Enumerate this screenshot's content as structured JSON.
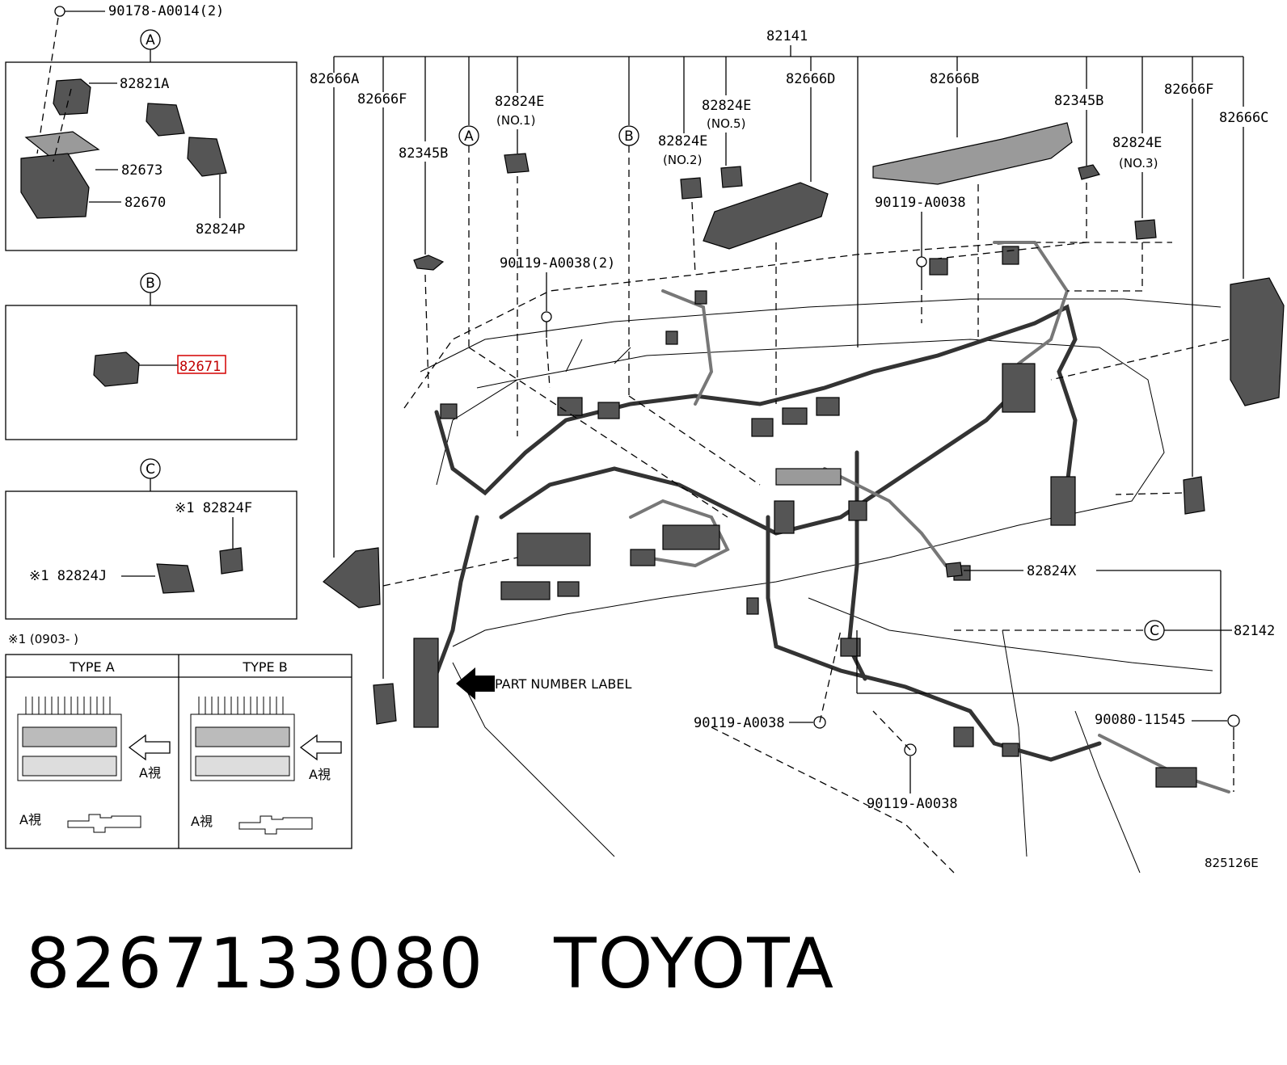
{
  "caption": {
    "part_number": "8267133080",
    "brand": "TOYOTA"
  },
  "diagram": {
    "sheet_code": "825126E",
    "part_number_label": "PART NUMBER LABEL",
    "inset_a": {
      "circle": "A",
      "screw": "90178-A0014(2)",
      "parts": [
        "82821A",
        "82673",
        "82670",
        "82824P"
      ]
    },
    "inset_b": {
      "circle": "B",
      "part": "82671"
    },
    "inset_c": {
      "circle": "C",
      "part_f": "※1 82824F",
      "part_j": "※1 82824J"
    },
    "footnote": "※1 (0903-      )",
    "type_table": {
      "type_a": "TYPE A",
      "type_b": "TYPE B",
      "view": "A視"
    },
    "callouts": {
      "c82141": "82141",
      "c82666A": "82666A",
      "c82666F_left": "82666F",
      "c82345B_left": "82345B",
      "c82824E_no1": "82824E",
      "no1": "(NO.1)",
      "c82824E_no2": "82824E",
      "no2": "(NO.2)",
      "c82824E_no5": "82824E",
      "no5": "(NO.5)",
      "c82666D": "82666D",
      "c82666B": "82666B",
      "c82345B_right": "82345B",
      "c82824E_no3": "82824E",
      "no3": "(NO.3)",
      "c82666F_right": "82666F",
      "c82666C": "82666C",
      "bolt_top_right": "90119-A0038",
      "bolt_mid": "90119-A0038(2)",
      "bolt_low_left": "90119-A0038",
      "bolt_low_mid": "90119-A0038",
      "bolt_right": "90080-11545",
      "c82824X": "82824X",
      "c82142": "82142",
      "circle_a": "A",
      "circle_b": "B",
      "circle_c": "C"
    }
  }
}
